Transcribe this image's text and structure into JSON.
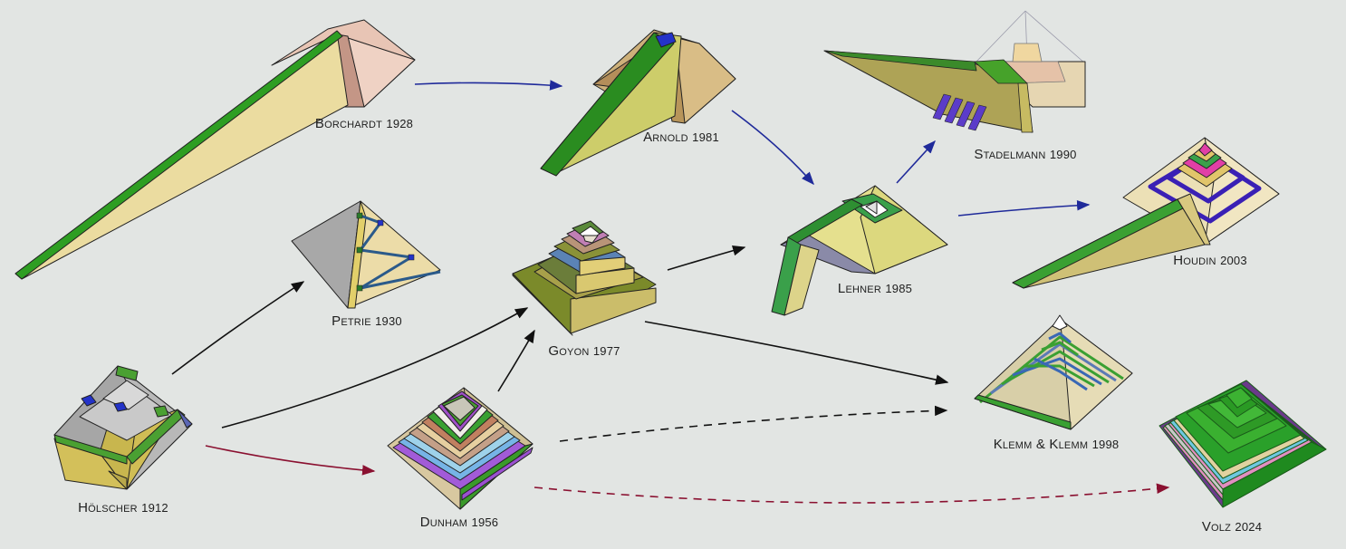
{
  "models": [
    {
      "id": "borchardt",
      "name": "Borchardt",
      "year": "1928"
    },
    {
      "id": "arnold",
      "name": "Arnold",
      "year": "1981"
    },
    {
      "id": "stadelmann",
      "name": "Stadelmann",
      "year": "1990"
    },
    {
      "id": "petrie",
      "name": "Petrie",
      "year": "1930"
    },
    {
      "id": "goyon",
      "name": "Goyon",
      "year": "1977"
    },
    {
      "id": "lehner",
      "name": "Lehner",
      "year": "1985"
    },
    {
      "id": "houdin",
      "name": "Houdin",
      "year": "2003"
    },
    {
      "id": "holscher",
      "name": "Hölscher",
      "year": "1912"
    },
    {
      "id": "dunham",
      "name": "Dunham",
      "year": "1956"
    },
    {
      "id": "klemm",
      "name": "Klemm & Klemm",
      "year": "1998"
    },
    {
      "id": "volz",
      "name": "Volz",
      "year": "2024"
    }
  ],
  "colors": {
    "background": "#e2e5e3",
    "arrow_blue": "#1f2a9a",
    "arrow_black": "#111111",
    "arrow_red": "#8a1030",
    "ramp_green": "#2a9a1f",
    "ramp_yellow": "#e8dc9e",
    "stone_tan": "#d8c28a"
  }
}
